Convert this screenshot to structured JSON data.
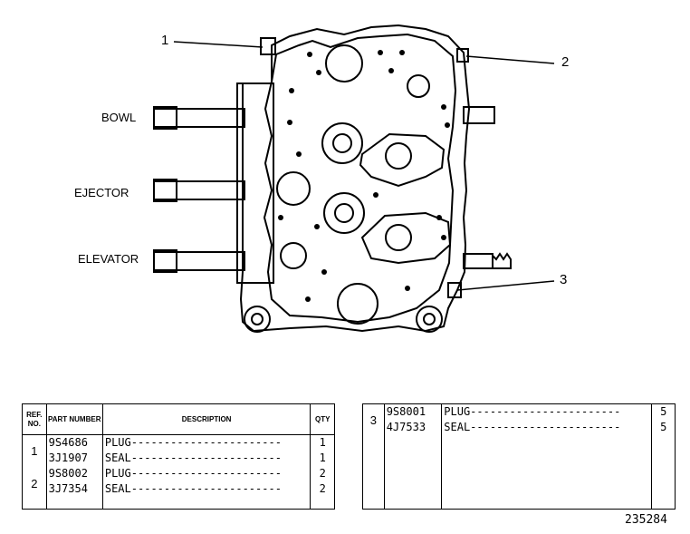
{
  "labels": {
    "bowl": "BOWL",
    "ejector": "EJECTOR",
    "elevator": "ELEVATOR"
  },
  "callouts": [
    "1",
    "2",
    "3"
  ],
  "table_left": {
    "headers": {
      "ref_no": "REF. NO.",
      "part_number": "PART NUMBER",
      "description": "DESCRIPTION",
      "qty": "QTY"
    },
    "rows": [
      {
        "ref": "1",
        "part": "9S4686",
        "description": "PLUG",
        "qty": "1"
      },
      {
        "ref": "",
        "part": "3J1907",
        "description": "SEAL",
        "qty": "1"
      },
      {
        "ref": "2",
        "part": "9S8002",
        "description": "PLUG",
        "qty": "2"
      },
      {
        "ref": "",
        "part": "3J7354",
        "description": "SEAL",
        "qty": "2"
      }
    ]
  },
  "table_right": {
    "rows": [
      {
        "ref": "3",
        "part": "9S8001",
        "description": "PLUG",
        "qty": "5"
      },
      {
        "ref": "",
        "part": "4J7533",
        "description": "SEAL",
        "qty": "5"
      }
    ]
  },
  "catalog_number": "235284"
}
